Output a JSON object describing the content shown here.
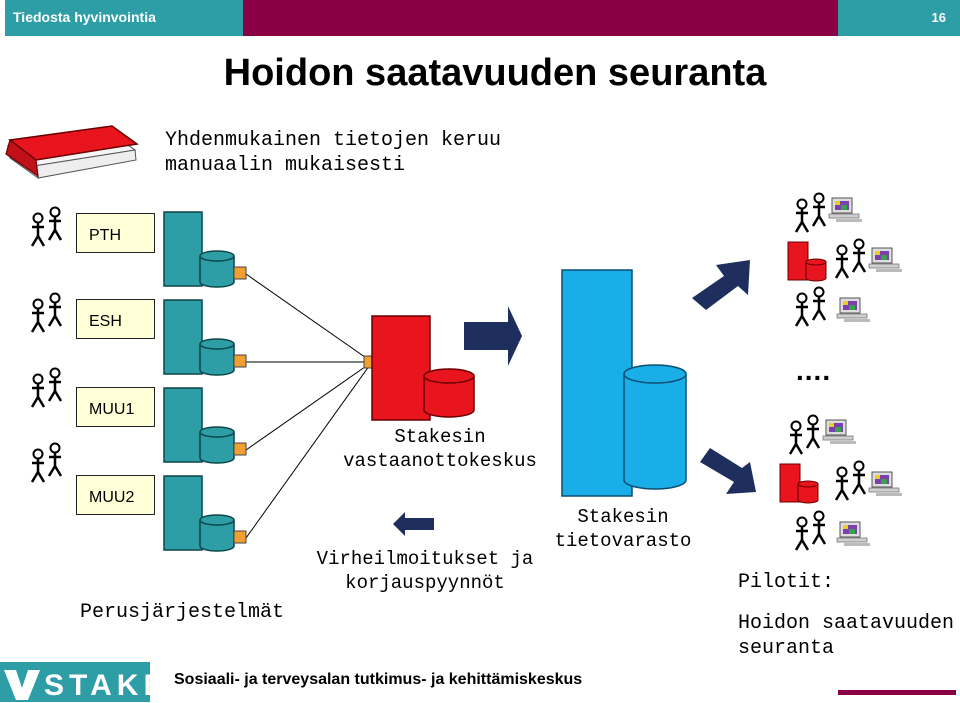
{
  "header": {
    "left_text": "Tiedosta hyvinvointia",
    "page_number": "16"
  },
  "title": "Hoidon saatavuuden seuranta",
  "subtitle": {
    "line1": "Yhdenmukainen tietojen keruu",
    "line2": "manuaalin mukaisesti"
  },
  "source_units": [
    {
      "label": "PTH"
    },
    {
      "label": "ESH"
    },
    {
      "label": "MUU1"
    },
    {
      "label": "MUU2"
    }
  ],
  "basic_systems_label": "Perusjärjestelmät",
  "receiving_center": {
    "line1": "Stakesin",
    "line2": "vastaanottokeskus"
  },
  "errors_feedback": {
    "line1": "Virheilmoitukset ja",
    "line2": "korjauspyynnöt"
  },
  "data_warehouse": {
    "line1": "Stakesin",
    "line2": "tietovarasto"
  },
  "ellipsis": "....",
  "pilots": {
    "label": "Pilotit:",
    "item_line1": "Hoidon saatavuuden",
    "item_line2": "seuranta"
  },
  "footer": {
    "org_text": "Sosiaali- ja terveysalan tutkimus- ja kehittämiskeskus",
    "logo_text": "STAKES"
  },
  "colors": {
    "teal": "#2e9ea6",
    "maroon": "#8b0044",
    "red": "#e8141e",
    "cyan": "#1aaee8",
    "navy": "#1e2f5e",
    "label_fill": "#ffffd8"
  }
}
